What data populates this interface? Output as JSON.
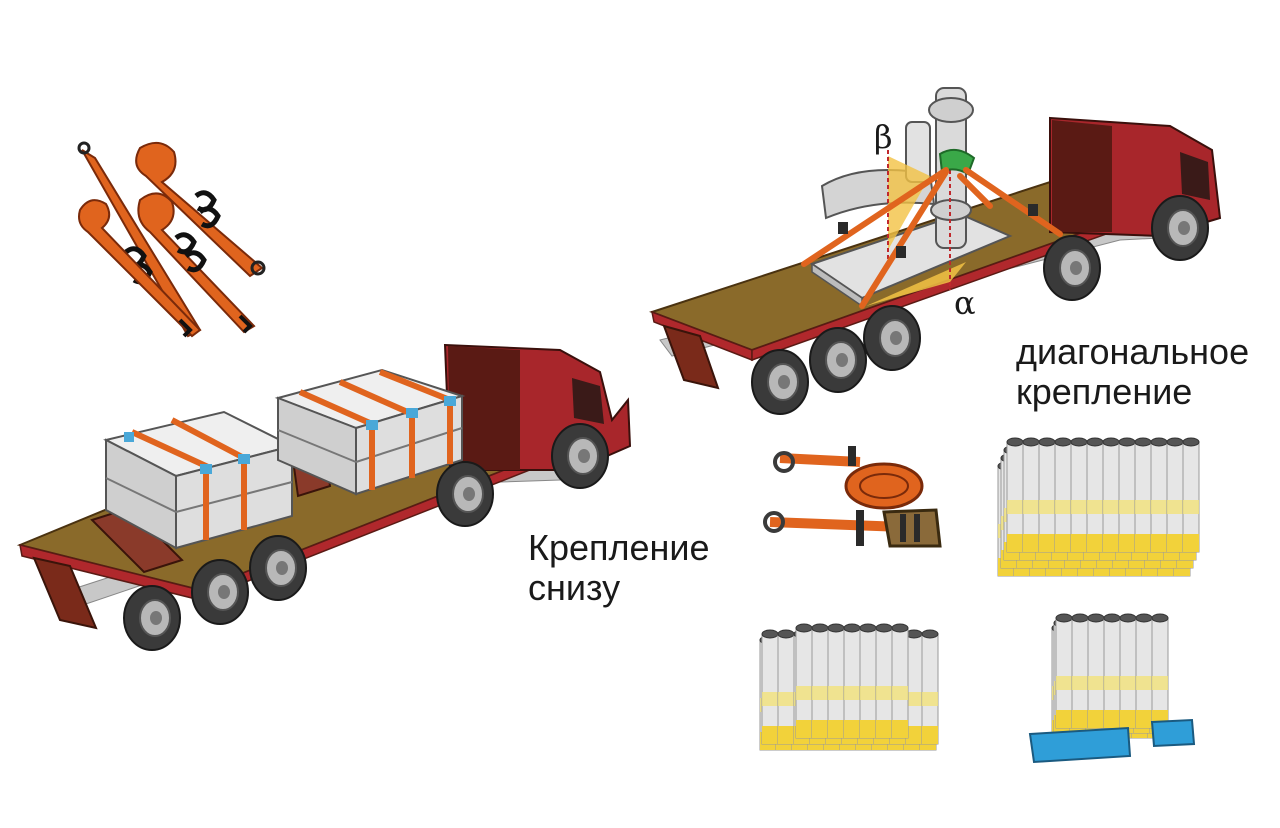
{
  "labels": {
    "bottom_fastening_line1": "Крепление",
    "bottom_fastening_line2": "снизу",
    "diagonal_fastening_line1": "диагональное",
    "diagonal_fastening_line2": "крепление",
    "angle_beta": "β",
    "angle_alpha": "α"
  },
  "colors": {
    "cab": "#a8262b",
    "cab_dark": "#5a1a14",
    "deck": "#8a6a2a",
    "deck_top": "#9a7a35",
    "frame": "#b0282c",
    "strap": "#e0641e",
    "buckle": "#2a2a2a",
    "crate": "#d8d8d8",
    "strap_clip": "#4aa8d8",
    "tire": "#3a3a3a",
    "rim": "#b8b8b8",
    "pipe": "#e6e6e6",
    "pipe_band": "#f2d23a",
    "pipe_end": "#555555",
    "chock": "#2f9ed8",
    "machine": "#d4d4d4",
    "angle_fill": "#f2c244",
    "sling_green": "#3aa848"
  },
  "icons": [
    "ratchet-strap-icon",
    "truck-icon",
    "pipe-bundle-icon",
    "crate-icon",
    "wheel-icon"
  ]
}
